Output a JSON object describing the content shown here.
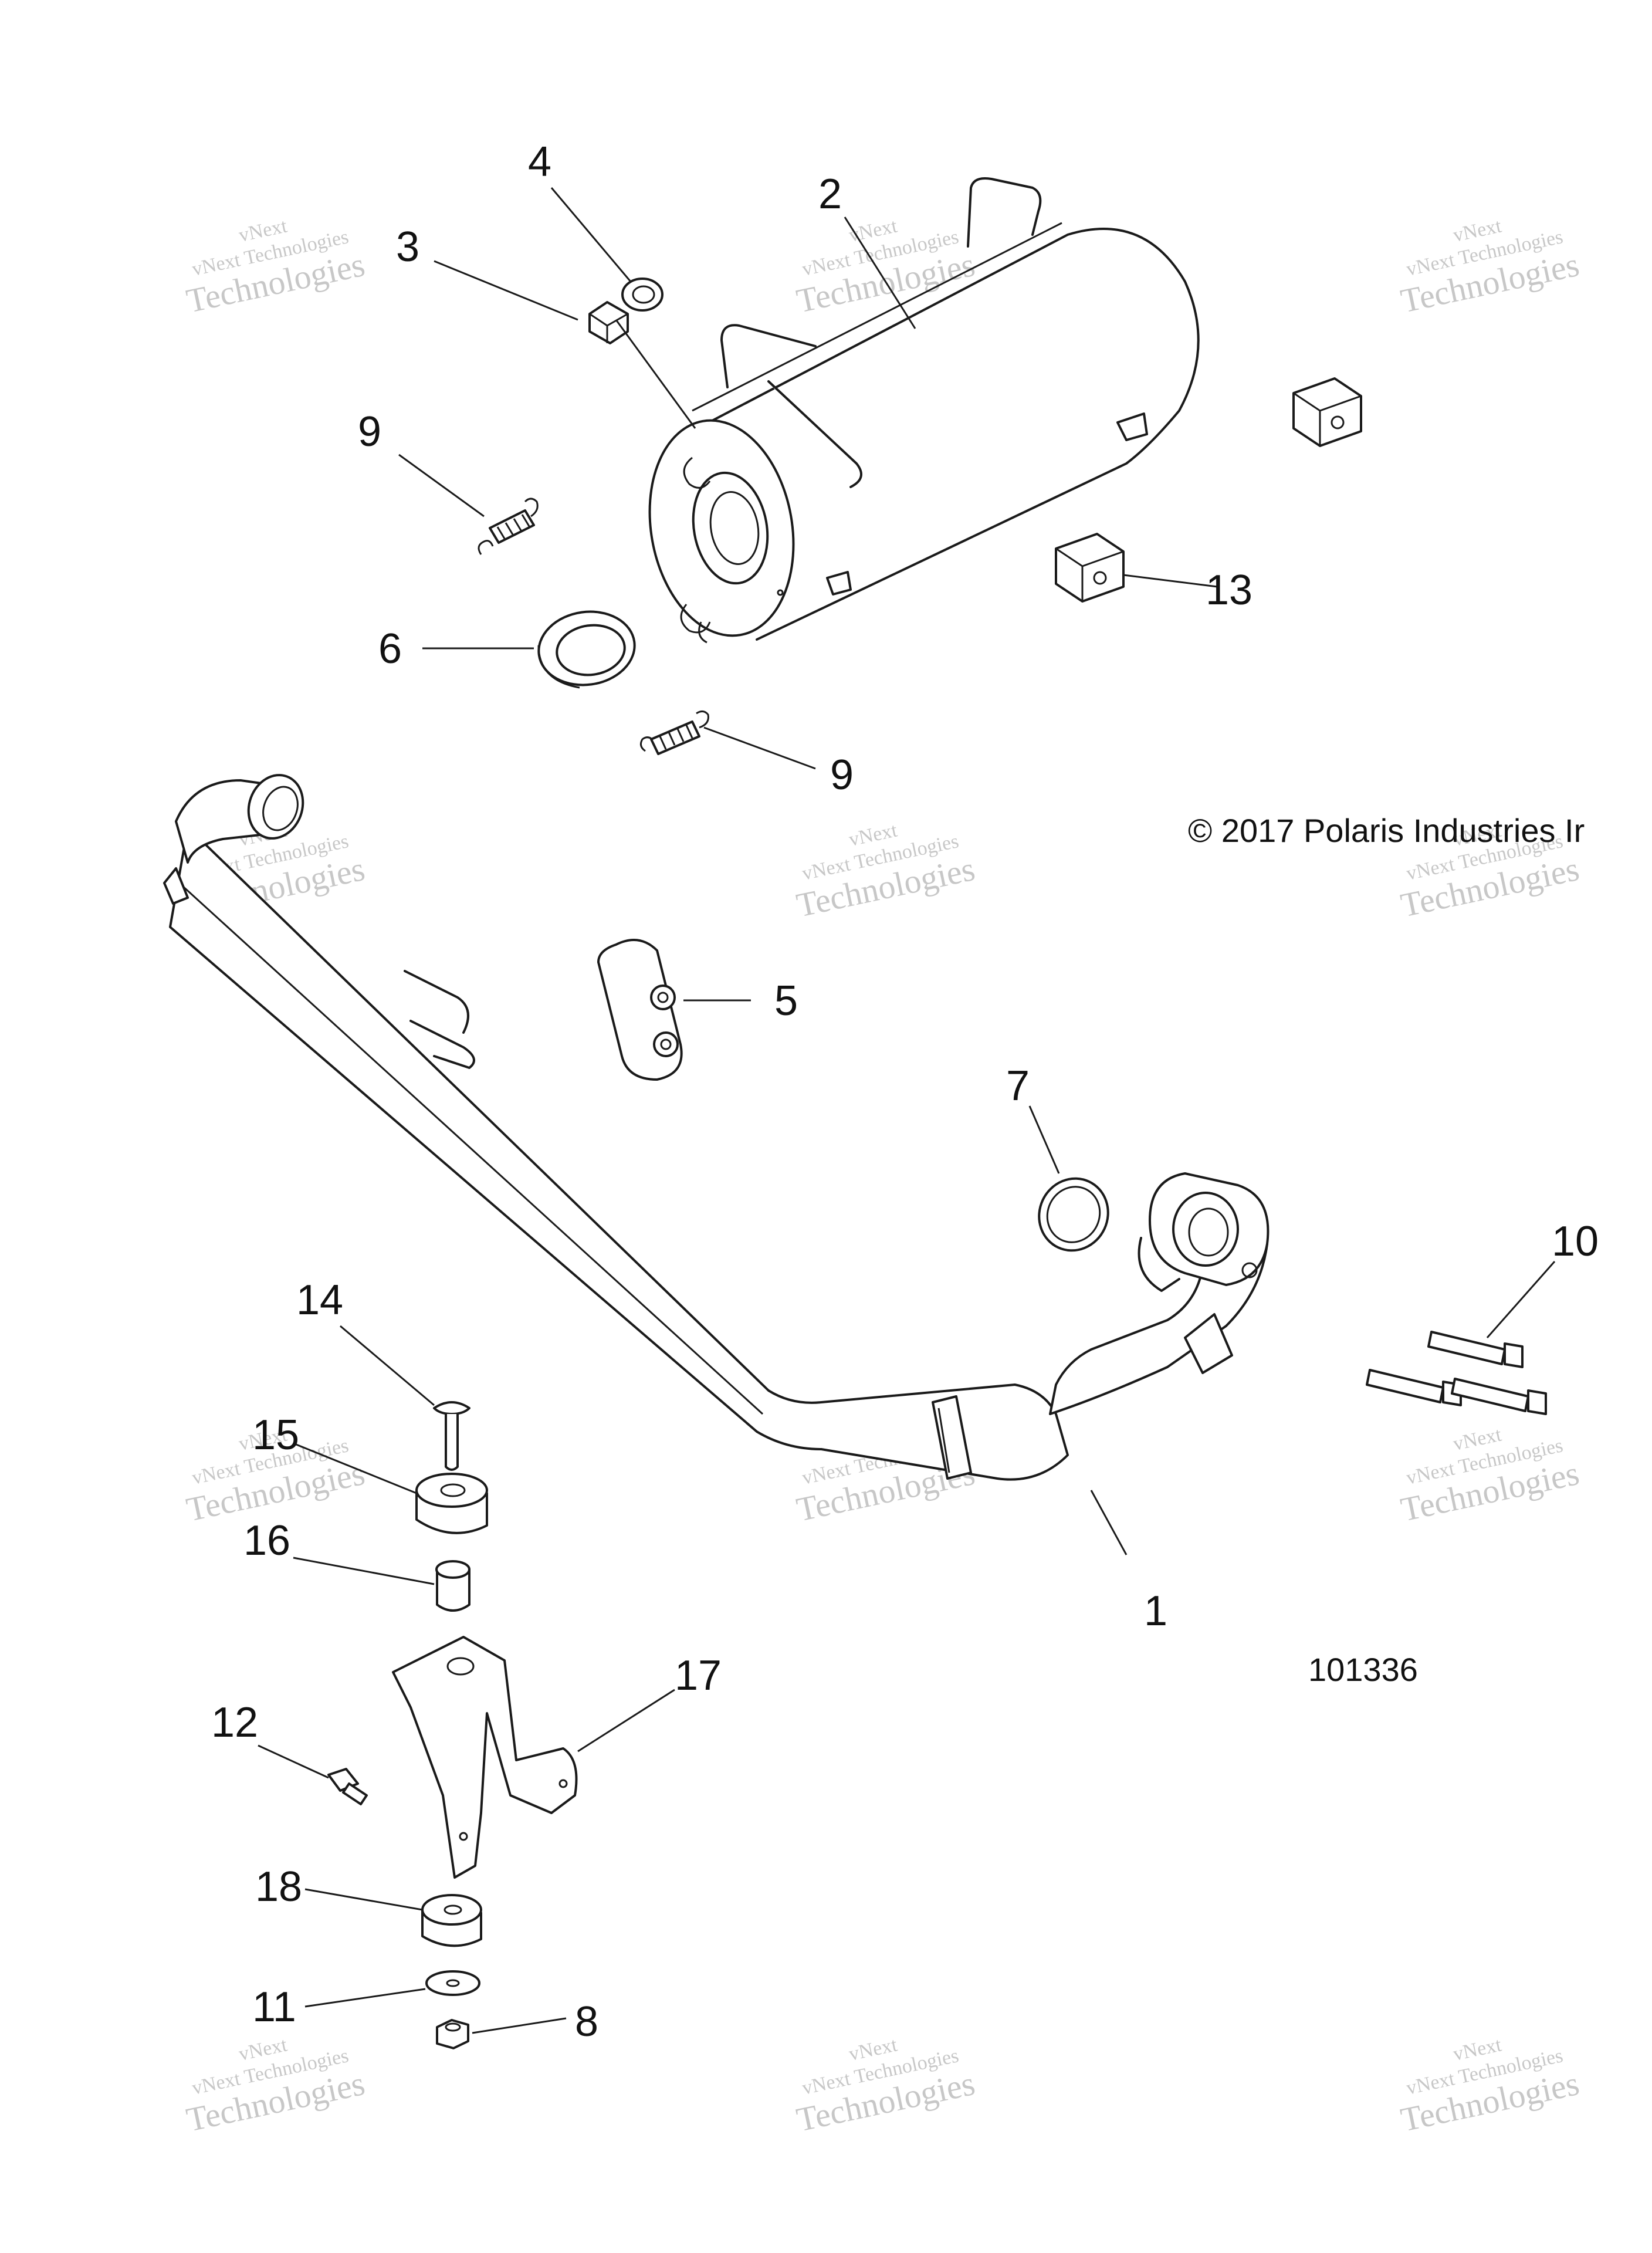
{
  "copyright": "© 2017 Polaris Industries Ir",
  "diagram_number": "101336",
  "watermark": {
    "line1": "vNext",
    "line2": "vNext Technologies",
    "line3": "Technologies"
  },
  "callouts": {
    "c1": "1",
    "c2": "2",
    "c3": "3",
    "c4": "4",
    "c5": "5",
    "c6": "6",
    "c7": "7",
    "c8": "8",
    "c9a": "9",
    "c9b": "9",
    "c10": "10",
    "c11": "11",
    "c12": "12",
    "c13": "13",
    "c14": "14",
    "c15": "15",
    "c16": "16",
    "c17": "17",
    "c18": "18"
  }
}
